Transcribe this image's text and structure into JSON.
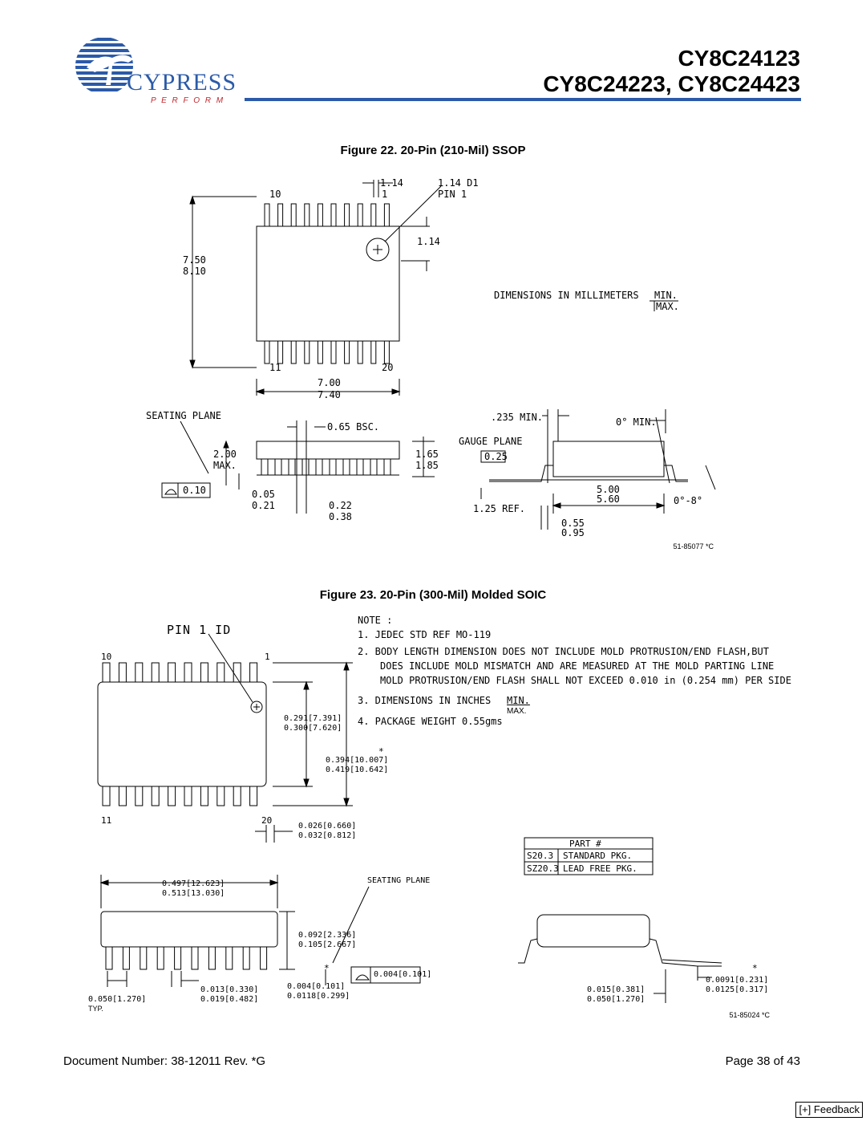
{
  "header": {
    "logo": {
      "brand": "CYPRESS",
      "tagline": "P E R F O R M"
    },
    "part_line_1": "CY8C24123",
    "part_line_2": "CY8C24223, CY8C24423"
  },
  "figure22": {
    "caption": "Figure 22. 20-Pin (210-Mil) SSOP",
    "labels": {
      "pin10": "10",
      "pin1": "1",
      "pin11": "11",
      "pin20": "20",
      "dim_114_top": "1.14",
      "d1": "1.14 D1",
      "pin1_label": "PIN 1",
      "dim_114_side": "1.14",
      "body_min": "7.50",
      "body_max": "8.10",
      "units": "DIMENSIONS IN MILLIMETERS",
      "min": "MIN.",
      "max": "MAX.",
      "width_min": "7.00",
      "width_max": "7.40",
      "seating_plane": "SEATING PLANE",
      "pitch": "0.65 BSC.",
      "h_min": "2.00",
      "h_max": "MAX.",
      "flat": "0.10",
      "standoff_min": "0.05",
      "standoff_max": "0.21",
      "lead_min": "0.22",
      "lead_max": "0.38",
      "thick_min": "1.65",
      "thick_max": "1.85",
      "lead_len": ".235 MIN.",
      "angle_min": "0° MIN.",
      "gauge_plane": "GAUGE PLANE",
      "gauge": "0.25",
      "span_min": "5.00",
      "span_max": "5.60",
      "angle_range": "0°-8°",
      "ref": "1.25 REF.",
      "foot_min": "0.55",
      "foot_max": "0.95"
    },
    "drawing_number": "51-85077 *C"
  },
  "figure23": {
    "caption": "Figure 23. 20-Pin (300-Mil) Molded SOIC",
    "pin1_id": "PIN 1 ID",
    "labels": {
      "pin10": "10",
      "pin1": "1",
      "pin11": "11",
      "pin20": "20",
      "body_w_min": "0.291[7.391]",
      "body_w_max": "0.300[7.620]",
      "star": "*",
      "total_w_min": "0.394[10.007]",
      "total_w_max": "0.419[10.642]",
      "pitch_min": "0.026[0.660]",
      "pitch_max": "0.032[0.812]",
      "len_min": "0.497[12.623]",
      "len_max": "0.513[13.030]",
      "seating_plane": "SEATING PLANE",
      "h_min": "0.092[2.336]",
      "h_max": "0.105[2.667]",
      "flat": "0.004[0.101]",
      "lead_min": "0.013[0.330]",
      "lead_max": "0.019[0.482]",
      "standoff_min": "0.004[0.101]",
      "standoff_max": "0.0118[0.299]",
      "pitch_typ": "0.050[1.270]",
      "typ": "TYP.",
      "foot_min": "0.015[0.381]",
      "foot_max": "0.050[1.270]",
      "thick_min": "0.0091[0.231]",
      "thick_max": "0.0125[0.317]"
    },
    "notes": {
      "title": "NOTE :",
      "n1": "1. JEDEC STD REF MO-119",
      "n2a": "2. BODY LENGTH DIMENSION DOES NOT INCLUDE MOLD PROTRUSION/END FLASH,BUT",
      "n2b": "DOES INCLUDE MOLD MISMATCH AND ARE MEASURED AT THE MOLD PARTING LINE",
      "n2c": "MOLD PROTRUSION/END FLASH SHALL NOT EXCEED 0.010 in (0.254 mm) PER SIDE",
      "n3": "3. DIMENSIONS IN INCHES",
      "n3_min": "MIN.",
      "n3_max": "MAX.",
      "n4": "4. PACKAGE WEIGHT 0.55gms"
    },
    "part_table": {
      "header": "PART #",
      "rows": [
        {
          "code": "S20.3",
          "desc": "STANDARD PKG."
        },
        {
          "code": "SZ20.3",
          "desc": "LEAD FREE PKG."
        }
      ]
    },
    "drawing_number": "51-85024 *C"
  },
  "footer": {
    "doc_number": "Document Number: 38-12011  Rev. *G",
    "page": "Page 38 of 43",
    "feedback": "[+] Feedback"
  }
}
